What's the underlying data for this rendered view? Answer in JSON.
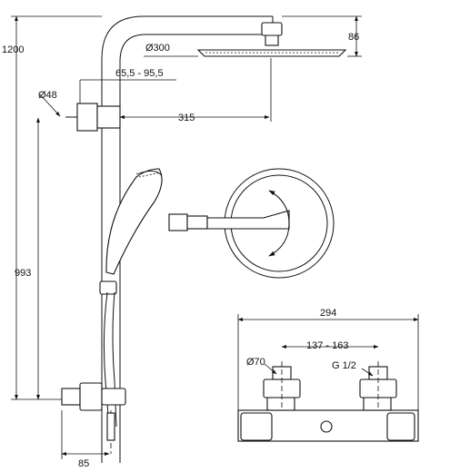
{
  "dimensions": {
    "total_height": "1200",
    "head_height": "86",
    "head_diameter": "Ø300",
    "clamp_range": "65,5 - 95,5",
    "pipe_diameter": "Ø48",
    "arm_length": "315",
    "handset_height": "993",
    "valve_depth": "85",
    "valve_width": "294",
    "valve_centers": "137 - 163",
    "connector_diameter": "Ø70",
    "thread": "G 1/2"
  }
}
